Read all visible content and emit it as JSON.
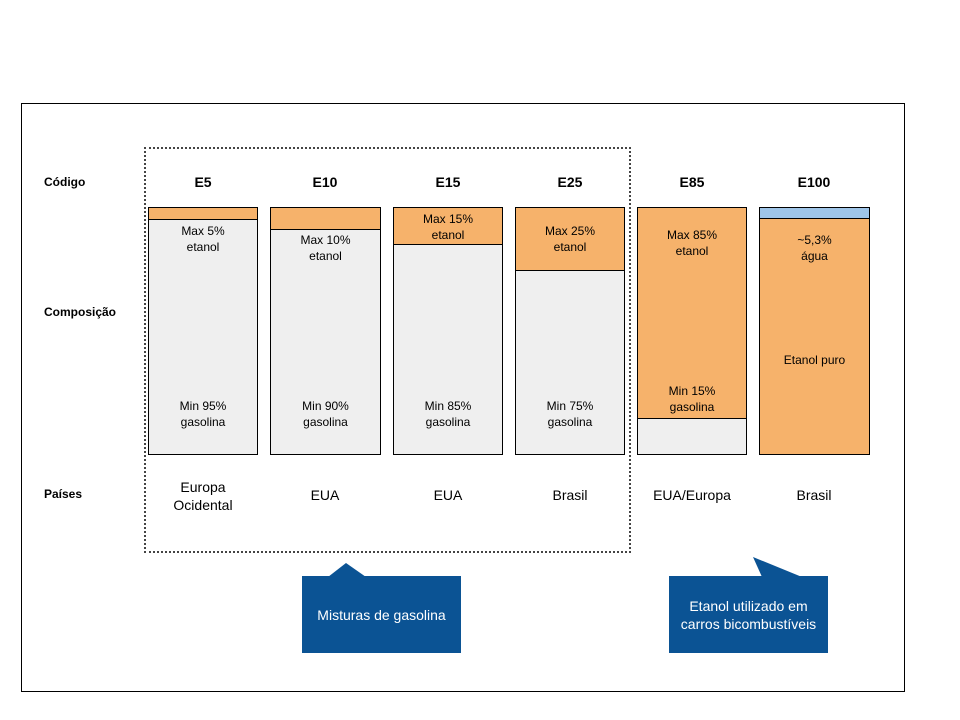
{
  "labels": {
    "code": "Código",
    "composition": "Composição",
    "countries": "Países"
  },
  "fuels": [
    {
      "code": "E5",
      "top": "Max 5%\netanol",
      "bottom": "Min 95%\ngasolina",
      "country": "Europa\nOcidental",
      "ethanol_pct": 5
    },
    {
      "code": "E10",
      "top": "Max 10%\netanol",
      "bottom": "Min 90%\ngasolina",
      "country": "EUA",
      "ethanol_pct": 10
    },
    {
      "code": "E15",
      "top": "Max 15%\netanol",
      "bottom": "Min 85%\ngasolina",
      "country": "EUA",
      "ethanol_pct": 15
    },
    {
      "code": "E25",
      "top": "Max 25%\netanol",
      "bottom": "Min 75%\ngasolina",
      "country": "Brasil",
      "ethanol_pct": 25
    },
    {
      "code": "E85",
      "top": "Max 85%\netanol",
      "bottom": "Min 15%\ngasolina",
      "country": "EUA/Europa",
      "ethanol_pct": 85
    },
    {
      "code": "E100",
      "top": "~5,3%\nágua",
      "bottom": "Etanol puro",
      "country": "Brasil",
      "water_pct": 5.3
    }
  ],
  "callouts": {
    "blends": "Misturas de gasolina",
    "flex": "Etanol utilizado em\ncarros bicombustíveis"
  },
  "colors": {
    "ethanol": "#f6b26b",
    "gasoline": "#efefef",
    "water": "#9fc5e8",
    "callout": "#0b5394"
  }
}
